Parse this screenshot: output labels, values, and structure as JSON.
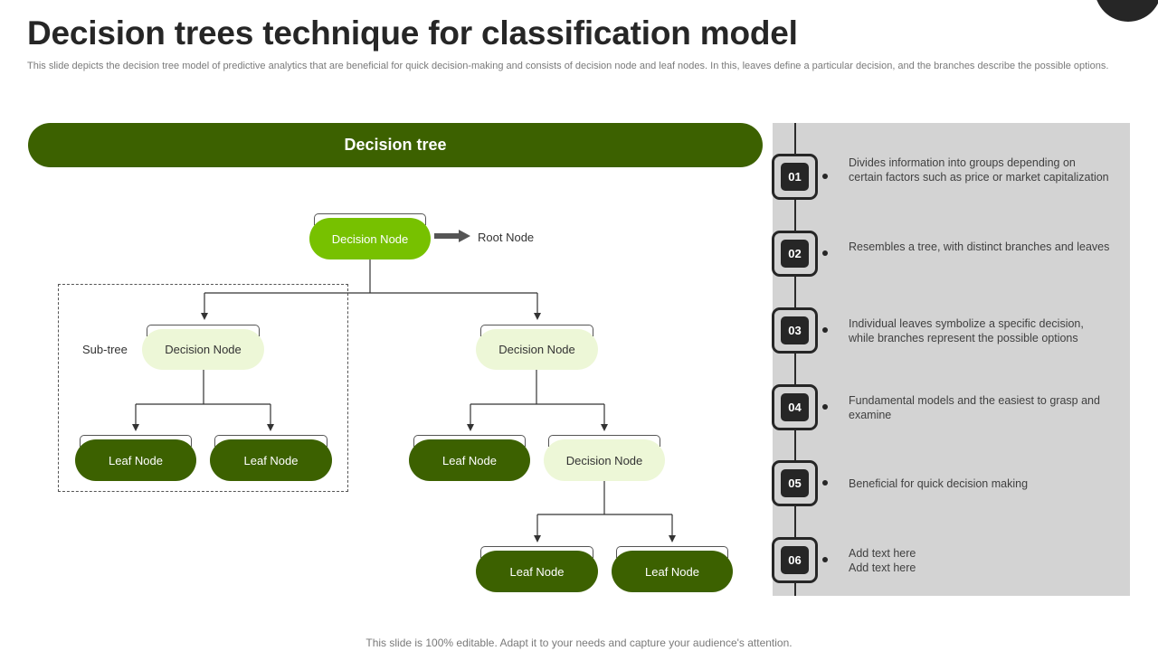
{
  "title": "Decision trees technique for classification model",
  "subtitle": "This slide depicts the decision tree model of predictive analytics that are beneficial for quick decision-making and consists of decision node and leaf nodes. In this, leaves define a particular decision, and the branches describe the possible options.",
  "banner": "Decision tree",
  "tree": {
    "root_node": "Decision Node",
    "root_label": "Root Node",
    "subtree_label": "Sub-tree",
    "left_decision": "Decision Node",
    "left_leaf_1": "Leaf Node",
    "left_leaf_2": "Leaf Node",
    "right_decision": "Decision Node",
    "right_leaf": "Leaf Node",
    "right_sub_decision": "Decision Node",
    "bottom_leaf_1": "Leaf Node",
    "bottom_leaf_2": "Leaf Node"
  },
  "steps": [
    {
      "number": "01",
      "text": "Divides information into groups depending on certain factors such as price or market capitalization"
    },
    {
      "number": "02",
      "text": "Resembles a tree, with distinct branches and leaves"
    },
    {
      "number": "03",
      "text": "Individual leaves symbolize a specific decision, while branches represent the possible options"
    },
    {
      "number": "04",
      "text": "Fundamental models and the easiest to grasp and examine"
    },
    {
      "number": "05",
      "text": "Beneficial for quick decision making"
    },
    {
      "number": "06",
      "text": "Add text here\nAdd text here"
    }
  ],
  "footer": "This slide is 100% editable. Adapt it to your needs and capture your audience's attention.",
  "colors": {
    "dark_green": "#3c6100",
    "bright_green": "#77c100",
    "light_green": "#edf7d7",
    "panel_gray": "#d3d3d3",
    "badge_dark": "#262626"
  }
}
